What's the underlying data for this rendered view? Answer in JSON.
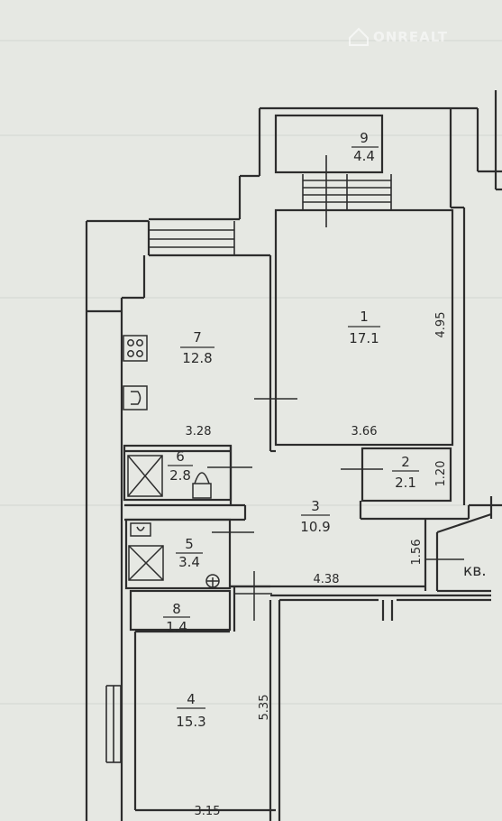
{
  "watermark": {
    "text": "ONREALT",
    "icon": "house-logo"
  },
  "rooms": [
    {
      "id": "9",
      "number": "9",
      "area": "4.4"
    },
    {
      "id": "1",
      "number": "1",
      "area": "17.1"
    },
    {
      "id": "7",
      "number": "7",
      "area": "12.8"
    },
    {
      "id": "2",
      "number": "2",
      "area": "2.1"
    },
    {
      "id": "6",
      "number": "6",
      "area": "2.8"
    },
    {
      "id": "3",
      "number": "3",
      "area": "10.9"
    },
    {
      "id": "5",
      "number": "5",
      "area": "3.4"
    },
    {
      "id": "8",
      "number": "8",
      "area": "1.4"
    },
    {
      "id": "4",
      "number": "4",
      "area": "15.3"
    }
  ],
  "dimensions": {
    "room1_height": "4.95",
    "room1_width": "3.66",
    "room7_width": "3.28",
    "room2_height": "1.20",
    "corridor_width": "4.38",
    "entry_width": "1.56",
    "room4_height": "5.35",
    "room4_width": "3.15"
  },
  "annotations": {
    "apartment_label": "кв."
  },
  "fixtures": [
    "stove-icon",
    "sink-icon",
    "shower-tray-icon",
    "toilet-icon",
    "washbasin-icon"
  ]
}
